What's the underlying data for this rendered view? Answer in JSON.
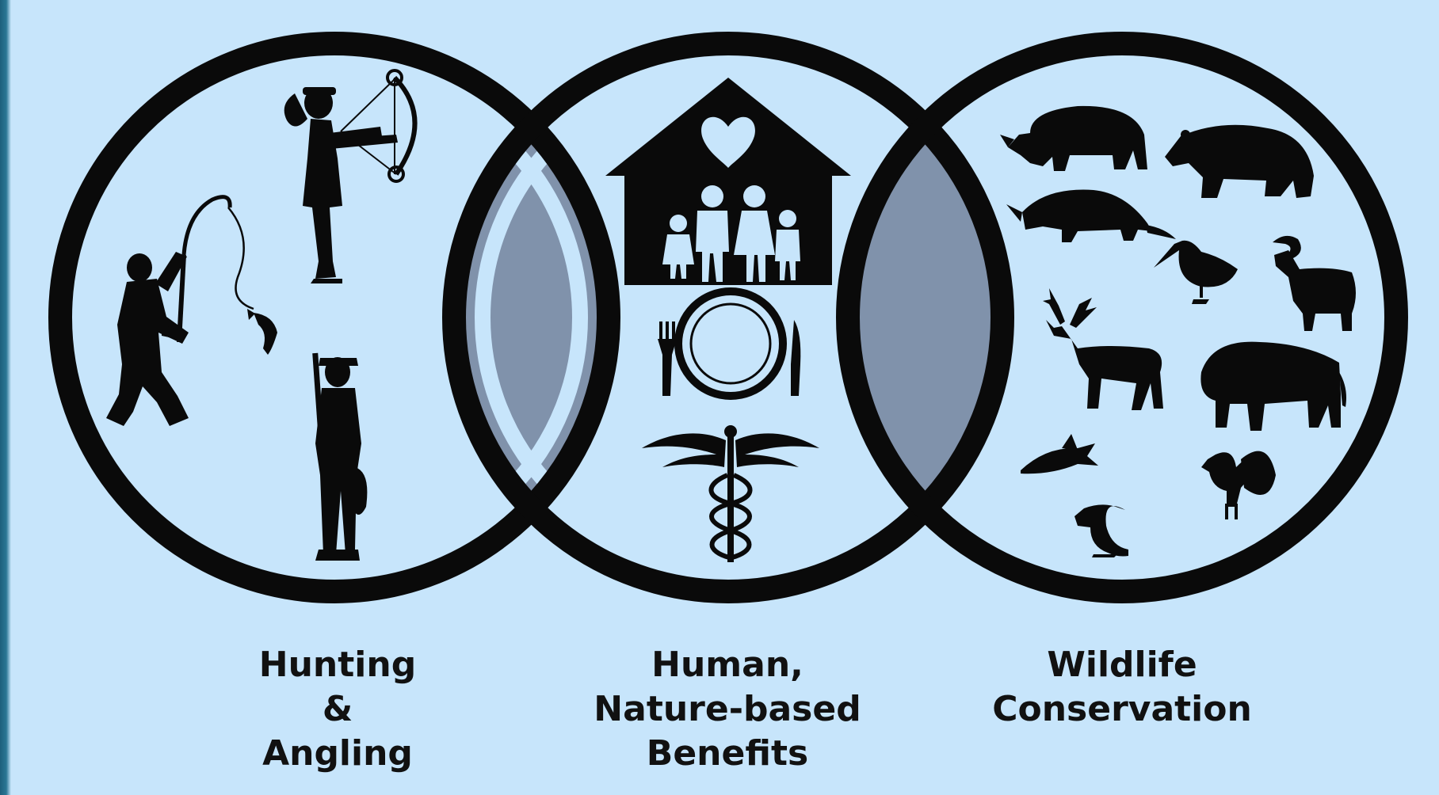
{
  "diagram": {
    "colors": {
      "background": "#c7e5fb",
      "ring": "#0a0a0a",
      "overlap_fill": "#8092ab",
      "silhouette": "#0a0a0a"
    },
    "circles": [
      {
        "id": "hunting-angling",
        "label_lines": [
          "Hunting",
          "&",
          "Angling"
        ],
        "icons": [
          "archer-with-compound-bow-icon",
          "angler-with-fishing-rod-icon",
          "hunter-with-rifle-icon"
        ]
      },
      {
        "id": "human-benefits",
        "label_lines": [
          "Human,",
          "Nature-based",
          "Benefits"
        ],
        "icons": [
          "house-with-heart-and-family-icon",
          "plate-fork-knife-icon",
          "caduceus-icon"
        ]
      },
      {
        "id": "wildlife-conservation",
        "label_lines": [
          "Wildlife",
          "Conservation"
        ],
        "icons": [
          "rhino-icon",
          "bear-icon",
          "armadillo-icon",
          "woodcock-icon",
          "bighorn-sheep-icon",
          "deer-icon",
          "bison-icon",
          "fish-icon",
          "turkey-icon",
          "squirrel-icon"
        ]
      }
    ]
  }
}
